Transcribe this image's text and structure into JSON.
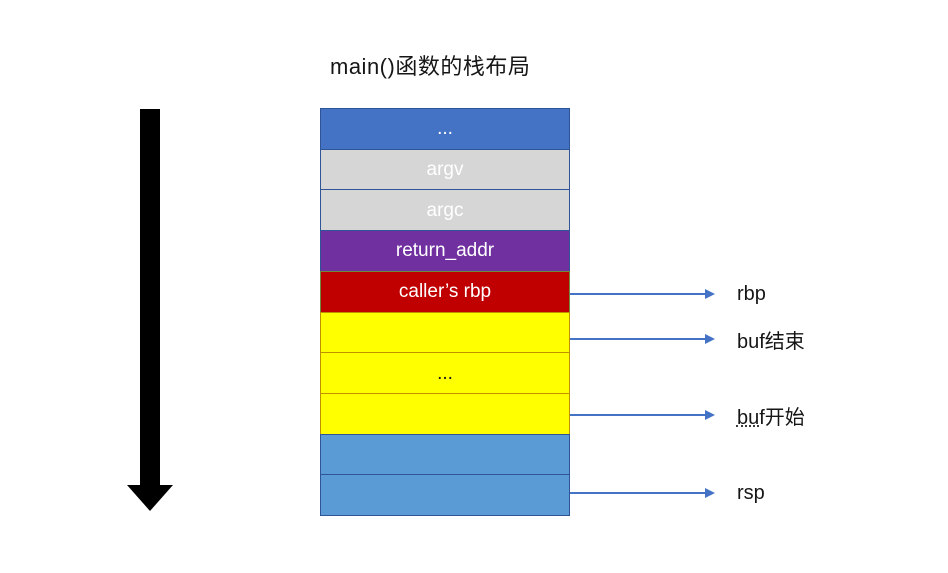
{
  "title": "main()函数的栈布局",
  "colors": {
    "header_blue": "#4472C4",
    "gray": "#D6D6D6",
    "purple": "#7030A0",
    "red": "#C00000",
    "yellow": "#FFFF00",
    "light_blue": "#5B9BD5",
    "arrow_blue": "#4472C4",
    "border_blue": "#2F5597",
    "border_yellow": "#BF9000",
    "border_green": "#6E8B3D",
    "growth_arrow_black": "#000000"
  },
  "stack": {
    "rows": [
      {
        "label": "...",
        "fill": "#4472C4"
      },
      {
        "label": "argv",
        "fill": "#D6D6D6"
      },
      {
        "label": "argc",
        "fill": "#D6D6D6"
      },
      {
        "label": "return_addr",
        "fill": "#7030A0"
      },
      {
        "label": "caller’s rbp",
        "fill": "#C00000"
      },
      {
        "label": "",
        "fill": "#FFFF00"
      },
      {
        "label": "...",
        "fill": "#FFFF00"
      },
      {
        "label": "",
        "fill": "#FFFF00"
      },
      {
        "label": "",
        "fill": "#5B9BD5"
      },
      {
        "label": "",
        "fill": "#5B9BD5"
      }
    ]
  },
  "pointers": [
    {
      "label": "rbp"
    },
    {
      "label": "buf结束"
    },
    {
      "label": "buf开始"
    },
    {
      "label": "rsp"
    }
  ]
}
